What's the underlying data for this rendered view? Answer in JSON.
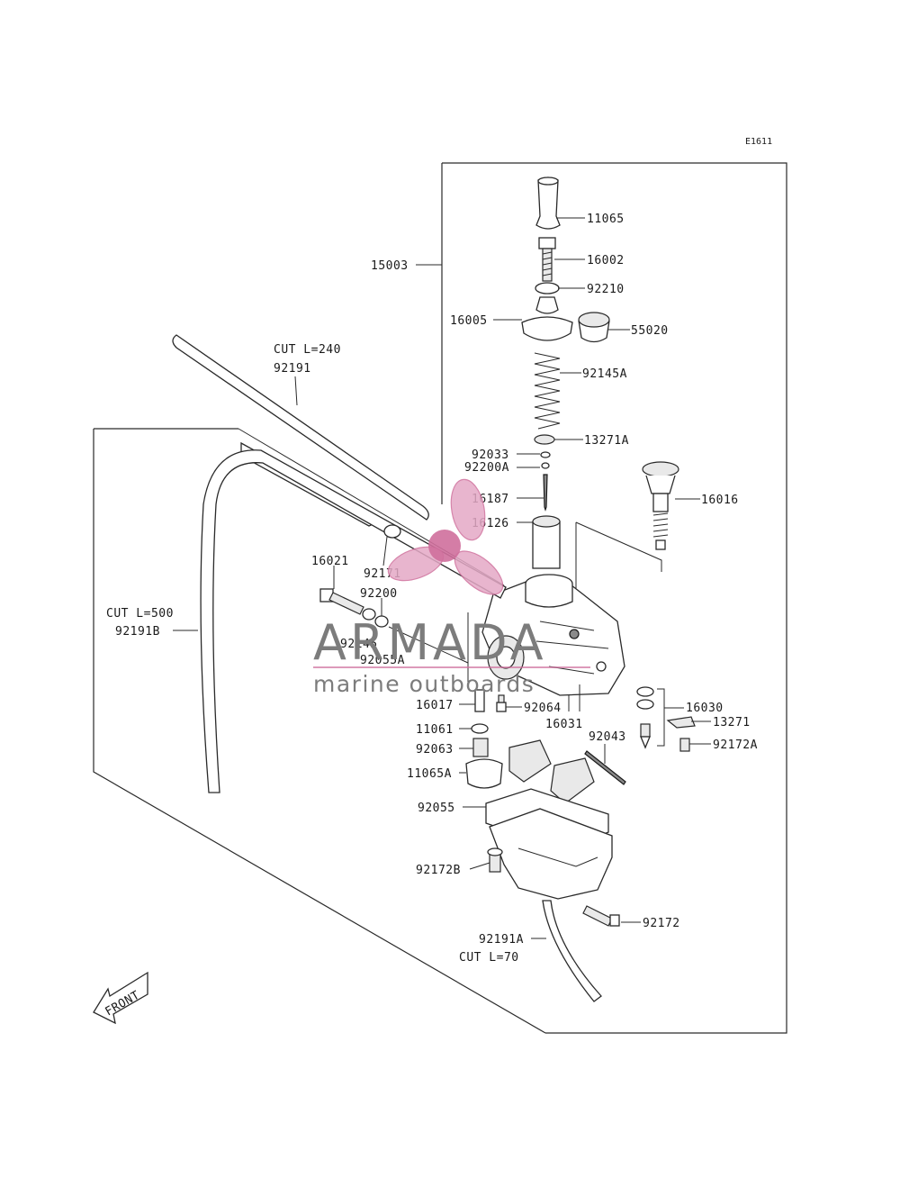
{
  "figure_code": "E1611",
  "callouts": [
    {
      "id": "11065",
      "text": "11065"
    },
    {
      "id": "16002",
      "text": "16002"
    },
    {
      "id": "15003",
      "text": "15003"
    },
    {
      "id": "92210",
      "text": "92210"
    },
    {
      "id": "16005",
      "text": "16005"
    },
    {
      "id": "55020",
      "text": "55020"
    },
    {
      "id": "92145A",
      "text": "92145A"
    },
    {
      "id": "13271A",
      "text": "13271A"
    },
    {
      "id": "92033",
      "text": "92033"
    },
    {
      "id": "92200A",
      "text": "92200A"
    },
    {
      "id": "16187",
      "text": "16187"
    },
    {
      "id": "16016",
      "text": "16016"
    },
    {
      "id": "16126",
      "text": "16126"
    },
    {
      "id": "16021",
      "text": "16021"
    },
    {
      "id": "92171",
      "text": "92171"
    },
    {
      "id": "92200",
      "text": "92200"
    },
    {
      "id": "92145",
      "text": "92145"
    },
    {
      "id": "92055A",
      "text": "92055A"
    },
    {
      "id": "16017",
      "text": "16017"
    },
    {
      "id": "92064",
      "text": "92064"
    },
    {
      "id": "16031",
      "text": "16031"
    },
    {
      "id": "16030",
      "text": "16030"
    },
    {
      "id": "13271",
      "text": "13271"
    },
    {
      "id": "92172A",
      "text": "92172A"
    },
    {
      "id": "11061",
      "text": "11061"
    },
    {
      "id": "92043",
      "text": "92043"
    },
    {
      "id": "92063",
      "text": "92063"
    },
    {
      "id": "11065A",
      "text": "11065A"
    },
    {
      "id": "92055",
      "text": "92055"
    },
    {
      "id": "92172B",
      "text": "92172B"
    },
    {
      "id": "92172",
      "text": "92172"
    },
    {
      "id": "92191A",
      "text": "92191A"
    },
    {
      "id": "92191",
      "text": "92191"
    },
    {
      "id": "92191B",
      "text": "92191B"
    }
  ],
  "hose_notes": {
    "upper_hose_cut": "CUT L=240",
    "upper_hose_part": "92191",
    "long_hose_cut": "CUT L=500",
    "long_hose_part": "92191B",
    "drain_hose_part": "92191A",
    "drain_hose_cut": "CUT L=70"
  },
  "front_marker": "FRONT",
  "watermark": {
    "brand": "ARMADA",
    "tagline": "marine outboards",
    "colors": {
      "propeller": "#e4a9c6",
      "text": "#7c7c7c",
      "rule": "#cf6f9c"
    }
  }
}
